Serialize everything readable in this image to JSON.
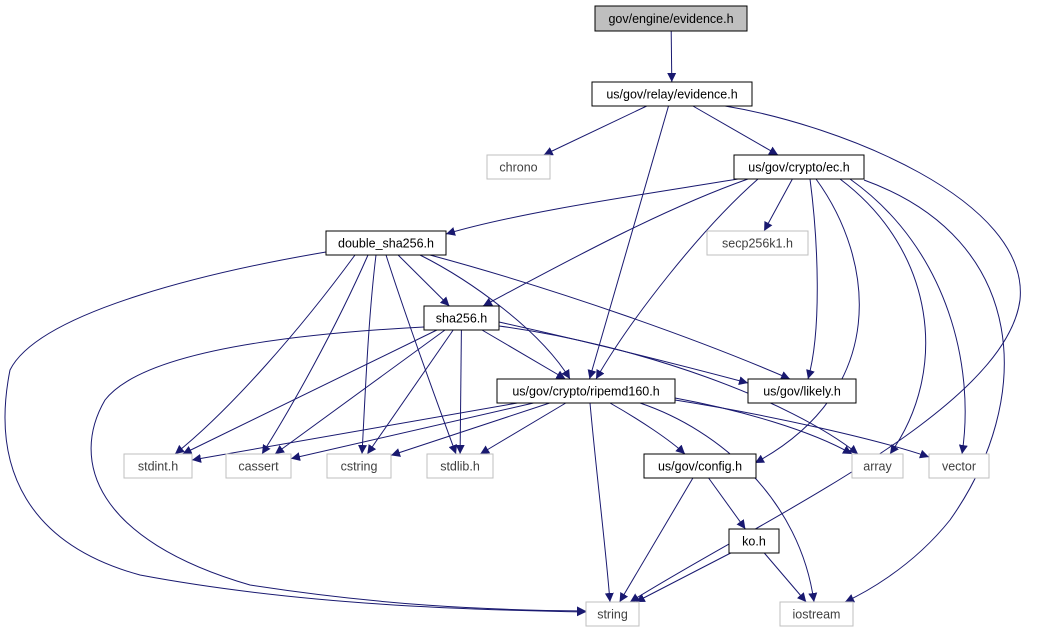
{
  "diagram": {
    "title": "",
    "colors": {
      "root_fill": "#bfbfbf",
      "internal_border": "#000000",
      "external_border": "#bfbfbf",
      "external_text": "#404040",
      "edge": "#191970"
    },
    "nodes": [
      {
        "id": "n_evidence_engine",
        "label": "gov/engine/evidence.h",
        "kind": "root"
      },
      {
        "id": "n_relay_evidence",
        "label": "us/gov/relay/evidence.h",
        "kind": "internal"
      },
      {
        "id": "n_chrono",
        "label": "chrono",
        "kind": "external"
      },
      {
        "id": "n_ec",
        "label": "us/gov/crypto/ec.h",
        "kind": "internal"
      },
      {
        "id": "n_double_sha256",
        "label": "double_sha256.h",
        "kind": "internal"
      },
      {
        "id": "n_secp256k1",
        "label": "secp256k1.h",
        "kind": "external"
      },
      {
        "id": "n_sha256",
        "label": "sha256.h",
        "kind": "internal"
      },
      {
        "id": "n_ripemd160",
        "label": "us/gov/crypto/ripemd160.h",
        "kind": "internal"
      },
      {
        "id": "n_likely",
        "label": "us/gov/likely.h",
        "kind": "internal"
      },
      {
        "id": "n_stdint",
        "label": "stdint.h",
        "kind": "external"
      },
      {
        "id": "n_cassert",
        "label": "cassert",
        "kind": "external"
      },
      {
        "id": "n_cstring",
        "label": "cstring",
        "kind": "external"
      },
      {
        "id": "n_stdlib",
        "label": "stdlib.h",
        "kind": "external"
      },
      {
        "id": "n_config",
        "label": "us/gov/config.h",
        "kind": "internal"
      },
      {
        "id": "n_array",
        "label": "array",
        "kind": "external"
      },
      {
        "id": "n_vector",
        "label": "vector",
        "kind": "external"
      },
      {
        "id": "n_ko",
        "label": "ko.h",
        "kind": "internal"
      },
      {
        "id": "n_string",
        "label": "string",
        "kind": "external"
      },
      {
        "id": "n_iostream",
        "label": "iostream",
        "kind": "external"
      }
    ],
    "edges": [
      {
        "from": "n_evidence_engine",
        "to": "n_relay_evidence"
      },
      {
        "from": "n_relay_evidence",
        "to": "n_chrono"
      },
      {
        "from": "n_relay_evidence",
        "to": "n_ec"
      },
      {
        "from": "n_relay_evidence",
        "to": "n_ripemd160"
      },
      {
        "from": "n_relay_evidence",
        "to": "n_string"
      },
      {
        "from": "n_ec",
        "to": "n_double_sha256"
      },
      {
        "from": "n_ec",
        "to": "n_secp256k1"
      },
      {
        "from": "n_ec",
        "to": "n_sha256"
      },
      {
        "from": "n_ec",
        "to": "n_ripemd160"
      },
      {
        "from": "n_ec",
        "to": "n_likely"
      },
      {
        "from": "n_ec",
        "to": "n_config"
      },
      {
        "from": "n_ec",
        "to": "n_array"
      },
      {
        "from": "n_ec",
        "to": "n_vector"
      },
      {
        "from": "n_ec",
        "to": "n_iostream"
      },
      {
        "from": "n_double_sha256",
        "to": "n_sha256"
      },
      {
        "from": "n_double_sha256",
        "to": "n_ripemd160"
      },
      {
        "from": "n_double_sha256",
        "to": "n_likely"
      },
      {
        "from": "n_double_sha256",
        "to": "n_stdint"
      },
      {
        "from": "n_double_sha256",
        "to": "n_cassert"
      },
      {
        "from": "n_double_sha256",
        "to": "n_cstring"
      },
      {
        "from": "n_double_sha256",
        "to": "n_stdlib"
      },
      {
        "from": "n_double_sha256",
        "to": "n_string"
      },
      {
        "from": "n_sha256",
        "to": "n_ripemd160"
      },
      {
        "from": "n_sha256",
        "to": "n_likely"
      },
      {
        "from": "n_sha256",
        "to": "n_stdint"
      },
      {
        "from": "n_sha256",
        "to": "n_cassert"
      },
      {
        "from": "n_sha256",
        "to": "n_cstring"
      },
      {
        "from": "n_sha256",
        "to": "n_stdlib"
      },
      {
        "from": "n_sha256",
        "to": "n_array"
      },
      {
        "from": "n_sha256",
        "to": "n_string"
      },
      {
        "from": "n_ripemd160",
        "to": "n_stdint"
      },
      {
        "from": "n_ripemd160",
        "to": "n_cassert"
      },
      {
        "from": "n_ripemd160",
        "to": "n_cstring"
      },
      {
        "from": "n_ripemd160",
        "to": "n_stdlib"
      },
      {
        "from": "n_ripemd160",
        "to": "n_config"
      },
      {
        "from": "n_ripemd160",
        "to": "n_array"
      },
      {
        "from": "n_ripemd160",
        "to": "n_vector"
      },
      {
        "from": "n_ripemd160",
        "to": "n_string"
      },
      {
        "from": "n_ripemd160",
        "to": "n_iostream"
      },
      {
        "from": "n_config",
        "to": "n_ko"
      },
      {
        "from": "n_config",
        "to": "n_string"
      },
      {
        "from": "n_ko",
        "to": "n_string"
      },
      {
        "from": "n_ko",
        "to": "n_iostream"
      }
    ]
  }
}
